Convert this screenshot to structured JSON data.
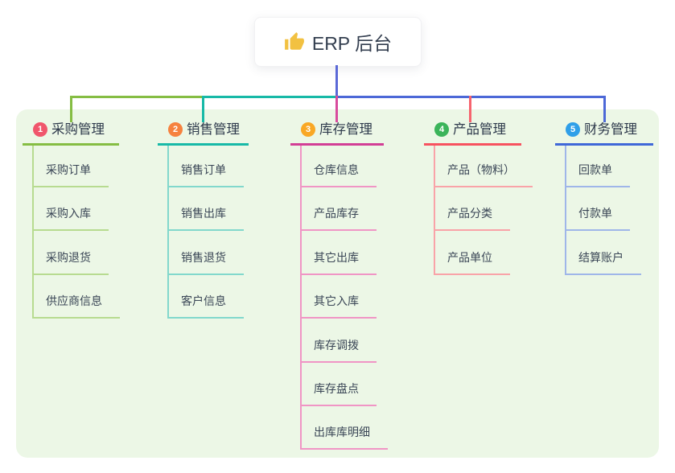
{
  "root": {
    "icon": "thumbs-up-icon",
    "title": "ERP 后台"
  },
  "canvas": {
    "background": "#ffffff",
    "panel_background": "#ecf7e6",
    "text_color": "#3a4656",
    "root_connector_color": "#5b69d7",
    "thumb_color": "#f2c141"
  },
  "branches": [
    {
      "badge": "1",
      "badge_color": "#f0566c",
      "label": "采购管理",
      "line_color": "#85bd43",
      "child_line_color": "#b7db90",
      "drop_color": "#85bd43",
      "children": [
        "采购订单",
        "采购入库",
        "采购退货",
        "供应商信息"
      ]
    },
    {
      "badge": "2",
      "badge_color": "#f6823f",
      "label": "销售管理",
      "line_color": "#17b9a7",
      "child_line_color": "#82d8cc",
      "drop_color": "#17b9a7",
      "children": [
        "销售订单",
        "销售出库",
        "销售退货",
        "客户信息"
      ]
    },
    {
      "badge": "3",
      "badge_color": "#f9a825",
      "label": "库存管理",
      "line_color": "#d23e95",
      "child_line_color": "#f095c5",
      "drop_color": "#d84b9d",
      "children": [
        "仓库信息",
        "产品库存",
        "其它出库",
        "其它入库",
        "库存调拨",
        "库存盘点",
        "出库库明细"
      ]
    },
    {
      "badge": "4",
      "badge_color": "#3bb45a",
      "label": "产品管理",
      "line_color": "#f7525f",
      "child_line_color": "#f9a3a8",
      "drop_color": "#f6646e",
      "children": [
        "产品（物料）",
        "产品分类",
        "产品单位"
      ]
    },
    {
      "badge": "5",
      "badge_color": "#2f9fe8",
      "label": "财务管理",
      "line_color": "#3f68d8",
      "child_line_color": "#9fb6e9",
      "drop_color": "#4c68d7",
      "children": [
        "回款单",
        "付款单",
        "结算账户"
      ]
    }
  ]
}
